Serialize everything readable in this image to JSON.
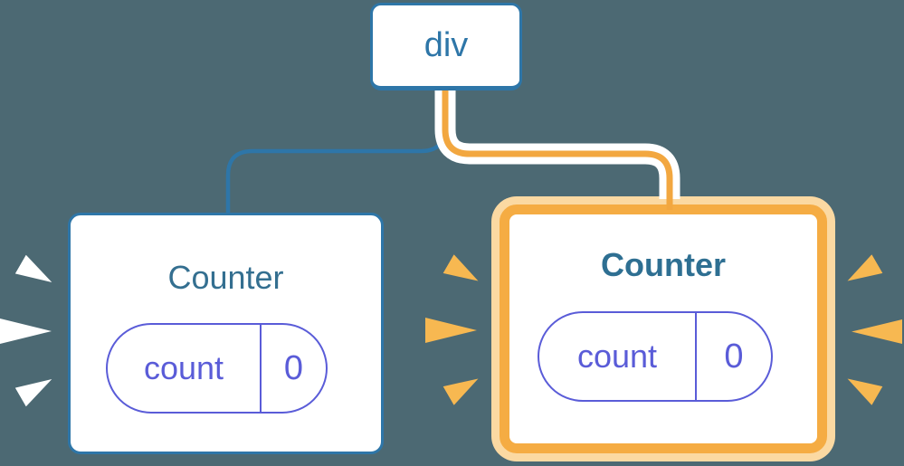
{
  "diagram": {
    "root": {
      "label": "div"
    },
    "left_counter": {
      "title": "Counter",
      "highlighted": false,
      "state": {
        "name": "count",
        "value": "0"
      }
    },
    "right_counter": {
      "title": "Counter",
      "highlighted": true,
      "state": {
        "name": "count",
        "value": "0"
      }
    }
  },
  "colors": {
    "background": "#4C6973",
    "node_blue": "#2E76A8",
    "title_blue": "#346F90",
    "title_blue_bold": "#2E6F92",
    "state_purple": "#5A5CD8",
    "edge_orange": "#F2A740",
    "highlight_border_orange": "#F5AC43",
    "highlight_glow_orange": "#FBD9A2",
    "spark_orange": "#F7B851",
    "spark_white": "#FFFFFF",
    "edge_casing": "#FFFFFF"
  }
}
